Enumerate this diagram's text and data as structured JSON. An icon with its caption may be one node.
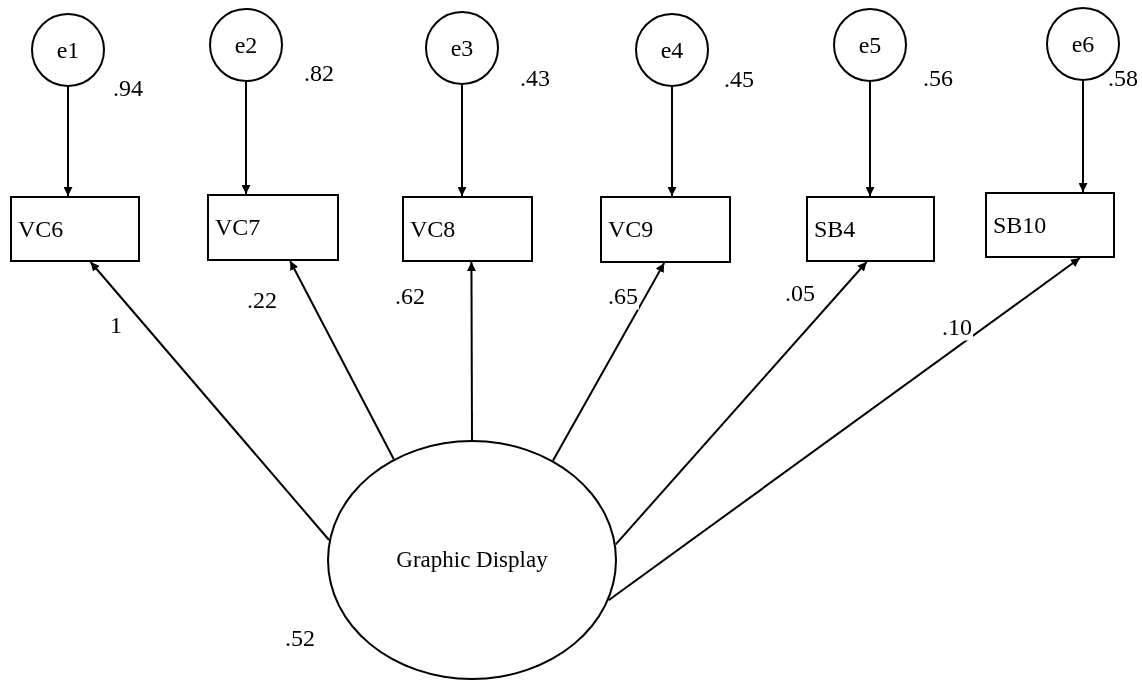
{
  "diagram": {
    "nodes": [
      {
        "text": [
          "e1"
        ],
        "beside": [
          ".94"
        ]
      },
      {
        "text": [
          "e2"
        ],
        "beside": [
          ".82"
        ]
      },
      {
        "text": [
          "e3"
        ],
        "beside": [
          ".43"
        ]
      },
      {
        "text": [
          "e4"
        ],
        "beside": [
          ".45"
        ]
      },
      {
        "text": [
          "e5"
        ],
        "beside": [
          ".56"
        ]
      },
      {
        "text": [
          "e6"
        ],
        "beside": [
          ".58"
        ]
      },
      {
        "text": [
          "VC6"
        ]
      },
      {
        "text": [
          "VC7"
        ]
      },
      {
        "text": [
          "VC8"
        ]
      },
      {
        "text": [
          "VC9"
        ]
      },
      {
        "text": [
          "SB4"
        ]
      },
      {
        "text": [
          "SB10"
        ]
      },
      {
        "text": [
          "Graphic Display"
        ],
        "beside": [
          ".52"
        ]
      }
    ],
    "edges": [
      {
        "from": 0,
        "to": 6,
        "arrow": "to"
      },
      {
        "from": 1,
        "to": 7,
        "arrow": "to"
      },
      {
        "from": 2,
        "to": 8,
        "arrow": "to"
      },
      {
        "from": 3,
        "to": 9,
        "arrow": "to"
      },
      {
        "from": 4,
        "to": 10,
        "arrow": "to"
      },
      {
        "from": 5,
        "to": 11,
        "arrow": "to"
      },
      {
        "from": 12,
        "to": 6,
        "arrow": "to",
        "label": "1"
      },
      {
        "from": 12,
        "to": 7,
        "arrow": "to",
        "label": ".22"
      },
      {
        "from": 12,
        "to": 8,
        "arrow": "to",
        "label": ".62"
      },
      {
        "from": 12,
        "to": 9,
        "arrow": "to",
        "label": ".65"
      },
      {
        "from": 12,
        "to": 10,
        "arrow": "to",
        "label": ".05"
      },
      {
        "from": 12,
        "to": 11,
        "arrow": "to",
        "label": ".10"
      }
    ]
  }
}
